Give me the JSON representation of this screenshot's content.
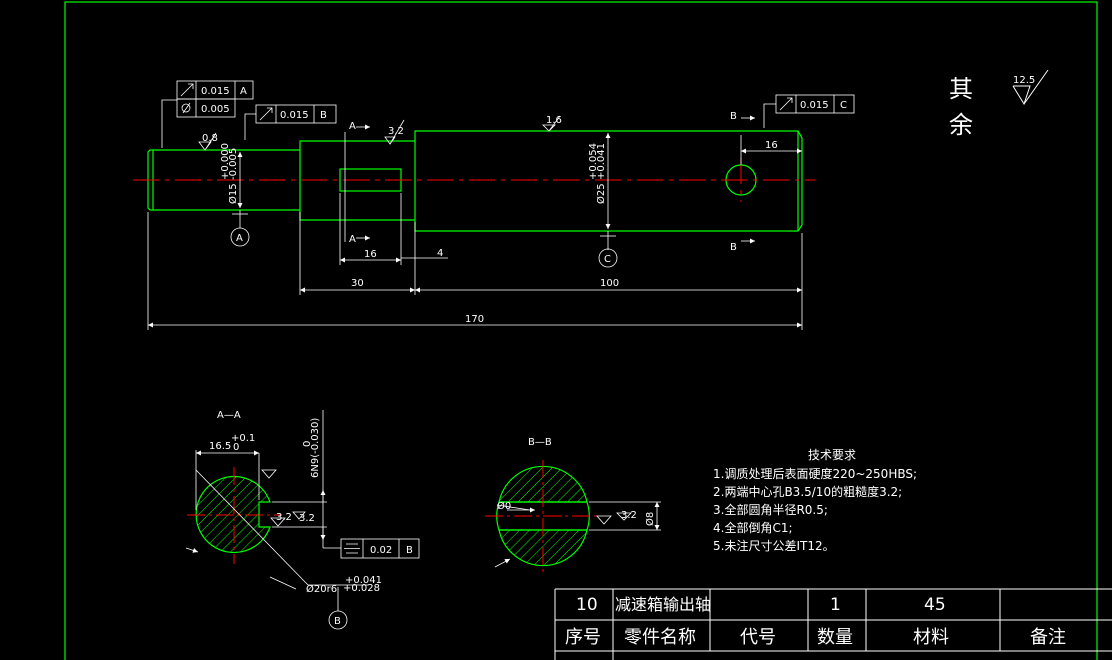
{
  "colors": {
    "background": "#000000",
    "border": "#00ff00",
    "outline": "#00ff00",
    "centerline": "#ff0000",
    "text": "#ffffff",
    "dimension": "#ffffff"
  },
  "roughness_note": {
    "char1": "其",
    "char2": "余",
    "value": "12.5"
  },
  "tolerances": {
    "runout_a": "0.015",
    "datum_a": "A",
    "cyl_a": "0.005",
    "runout_b": "0.015",
    "datum_b": "B",
    "runout_c": "0.015",
    "datum_c": "C",
    "sym": "0.02",
    "sym_datum": "B"
  },
  "roughness": {
    "r1": "0.8",
    "r2": "3.2",
    "r3": "1.6",
    "r4": "3.2",
    "r5": "3.2",
    "r6": "3.2"
  },
  "diameters": {
    "left": "Ø15",
    "left_tol_up": "+0.000",
    "left_tol_dn": "-0.005",
    "right": "Ø25",
    "right_tol_up": "+0.054",
    "right_tol_dn": "+0.041"
  },
  "dimensions": {
    "key_len": "16",
    "gap": "4",
    "seg1": "30",
    "seg2": "100",
    "total": "170",
    "hole_dist": "16"
  },
  "section_labels": {
    "a": "A",
    "a2": "A",
    "b": "B",
    "b2": "B"
  },
  "datums": {
    "a": "A",
    "c": "C",
    "b": "B"
  },
  "section_aa": {
    "title": "A—A",
    "dim_width": "16.5",
    "dim_width_tol_up": "+0.1",
    "dim_width_tol_dn": "0",
    "key_tol": "6N9(-0.030)",
    "key_tol_up": "0",
    "dia": "Ø20r6",
    "dia_tol_up": "+0.041",
    "dia_tol_dn": "+0.028"
  },
  "section_bb": {
    "title": "B—B",
    "hole": "Ø8",
    "small": "Ø0"
  },
  "tech_req": {
    "title": "技术要求",
    "items": [
      "1.调质处理后表面硬度220~250HBS;",
      "2.两端中心孔B3.5/10的粗糙度3.2;",
      "3.全部圆角半径R0.5;",
      "4.全部倒角C1;",
      "5.未注尺寸公差IT12。"
    ]
  },
  "title_block": {
    "row1": [
      "10",
      "减速箱输出轴",
      "",
      "1",
      "45",
      ""
    ],
    "row2": [
      "序号",
      "零件名称",
      "代号",
      "数量",
      "材料",
      "备注"
    ]
  }
}
